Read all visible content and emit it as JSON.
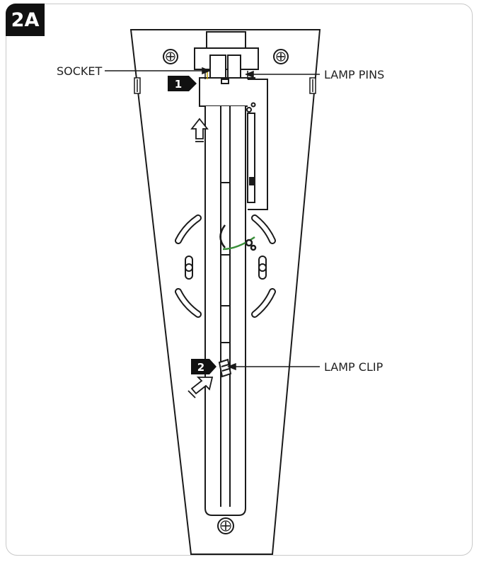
{
  "figure": {
    "label": "2A"
  },
  "callouts": {
    "socket": "SOCKET",
    "lamp_pins": "LAMP PINS",
    "lamp_clip": "LAMP CLIP"
  },
  "steps": [
    {
      "number": "1"
    },
    {
      "number": "2"
    }
  ],
  "colors": {
    "badge": "#111111",
    "line": "#1a1a1a",
    "wire": "#3a8f3a",
    "frame": "#c9c9c9"
  }
}
